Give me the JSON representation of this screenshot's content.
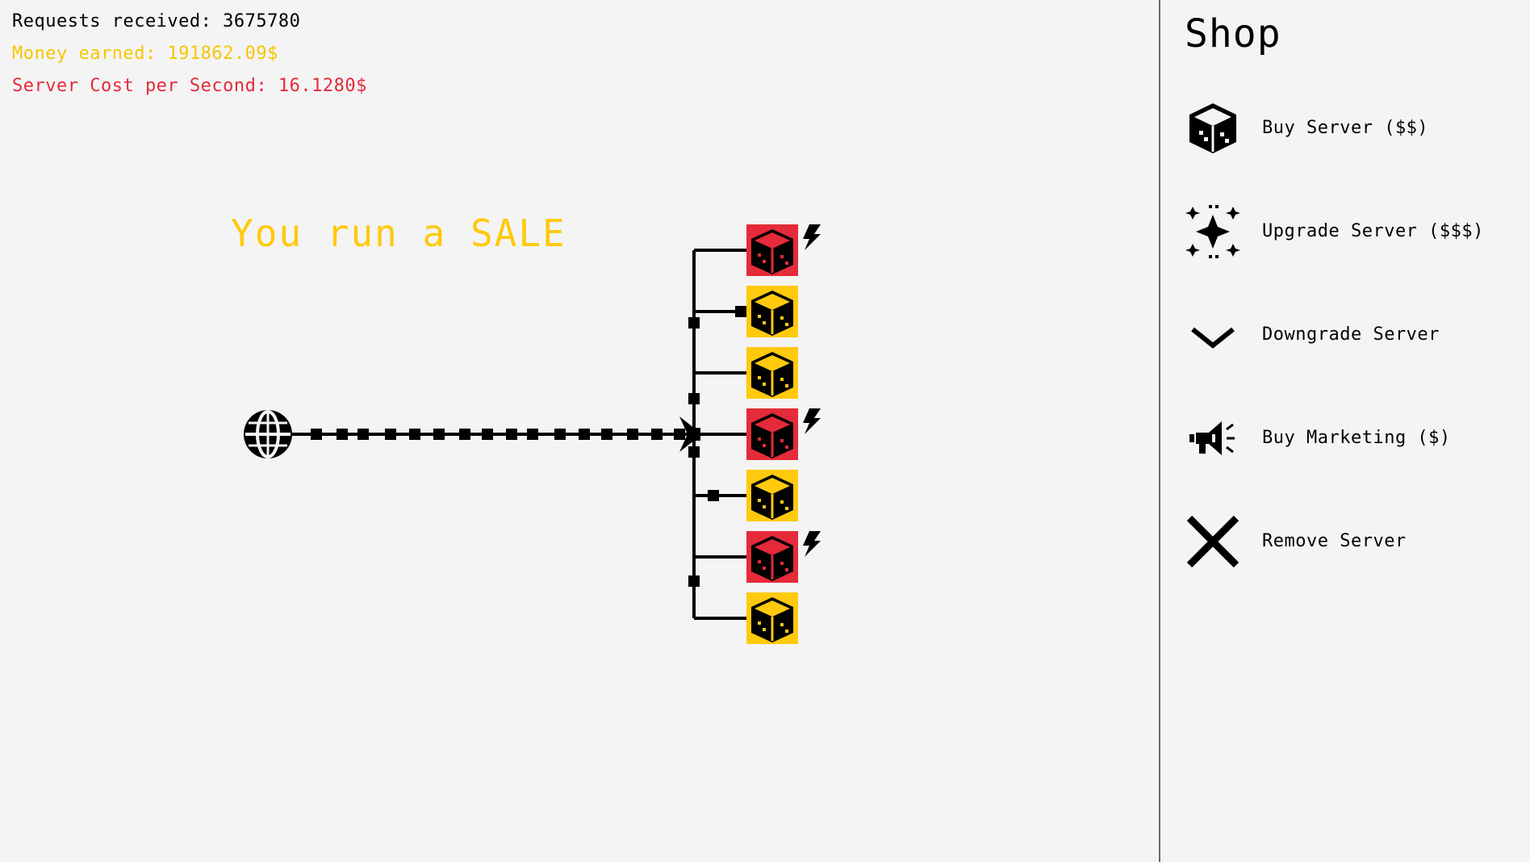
{
  "stats": {
    "requests_received": "Requests received: 3675780",
    "money_earned": "Money earned: 191862.09$",
    "server_cost": "Server Cost per Second: 16.1280$"
  },
  "event_banner": "You run a SALE",
  "colors": {
    "text_primary": "#000000",
    "money": "#f7c600",
    "cost": "#e52a3a",
    "server_normal": "#ffc90e",
    "server_overloaded": "#e52a3a",
    "background": "#f4f4f4"
  },
  "network": {
    "source_icon": "globe-icon",
    "servers": [
      {
        "status": "overloaded",
        "icon": "server-cube-icon",
        "alert_icon": "lightning-icon"
      },
      {
        "status": "normal",
        "icon": "server-cube-icon"
      },
      {
        "status": "normal",
        "icon": "server-cube-icon"
      },
      {
        "status": "overloaded",
        "icon": "server-cube-icon",
        "alert_icon": "lightning-icon"
      },
      {
        "status": "normal",
        "icon": "server-cube-icon"
      },
      {
        "status": "overloaded",
        "icon": "server-cube-icon",
        "alert_icon": "lightning-icon"
      },
      {
        "status": "normal",
        "icon": "server-cube-icon"
      }
    ]
  },
  "shop": {
    "title": "Shop",
    "items": [
      {
        "label": "Buy Server ($$)",
        "icon": "server-cube-icon"
      },
      {
        "label": "Upgrade Server ($$$)",
        "icon": "sparkle-icon"
      },
      {
        "label": "Downgrade Server",
        "icon": "chevron-down-icon"
      },
      {
        "label": "Buy Marketing ($)",
        "icon": "megaphone-icon"
      },
      {
        "label": "Remove Server",
        "icon": "close-icon"
      }
    ]
  }
}
